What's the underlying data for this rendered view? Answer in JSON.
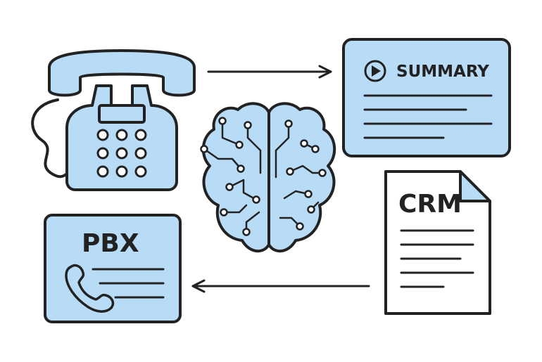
{
  "nodes": {
    "summary": {
      "label": "SUMMARY",
      "icon": "play-icon"
    },
    "crm": {
      "label": "CRM",
      "icon": "document-icon"
    },
    "pbx": {
      "label": "PBX",
      "icon": "phone-handset-icon"
    },
    "phone": {
      "icon": "desk-phone-icon"
    },
    "ai": {
      "icon": "brain-circuit-icon"
    }
  },
  "edges": [
    {
      "from": "phone",
      "to": "summary"
    },
    {
      "from": "crm",
      "to": "pbx"
    }
  ],
  "colors": {
    "fill": "#b9dcf6",
    "stroke": "#222222",
    "background": "#ffffff"
  }
}
